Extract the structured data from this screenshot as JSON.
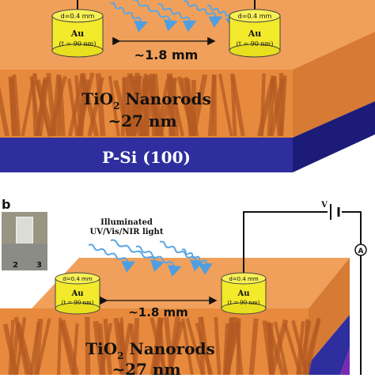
{
  "panel_b_label": "b",
  "top_panel": {
    "contact_left": {
      "diameter": "d=0.4 mm",
      "metal": "Au",
      "thickness": "(t = 90 nm)"
    },
    "contact_right": {
      "diameter": "d=0.4 mm",
      "metal": "Au",
      "thickness": "(t = 90 nm)"
    },
    "gap_label": "~1.8 mm",
    "layer_name_base": "TiO",
    "layer_name_sub": "2",
    "layer_name_rest": " Nanorods",
    "layer_thickness": "~27 nm",
    "substrate": "P-Si (100)"
  },
  "bottom_panel": {
    "light_line1": "Illuminated",
    "light_line2": "UV/Vis/NIR light",
    "voltage_label": "V",
    "ammeter_label": "A",
    "contact_left": {
      "diameter": "d=0.4 mm",
      "metal": "Au",
      "thickness": "(t = 90 nm)"
    },
    "contact_right": {
      "diameter": "d=0.4 mm",
      "metal": "Au",
      "thickness": "(t = 90 nm)"
    },
    "gap_label": "~1.8 mm",
    "layer_name_base": "TiO",
    "layer_name_sub": "2",
    "layer_name_rest": " Nanorods",
    "layer_thickness": "~27 nm",
    "ruler_numbers": [
      "2",
      "3"
    ]
  },
  "colors": {
    "tio2_top": "#f0a05a",
    "tio2_front": "#e88a3e",
    "nanorod": "#b45a22",
    "silicon_front": "#2e2e9e",
    "silicon_side": "#1c1c78",
    "gold": "#f2ea2a",
    "light_wave": "#5aa6e6",
    "substrate_text": "#ffffff"
  }
}
